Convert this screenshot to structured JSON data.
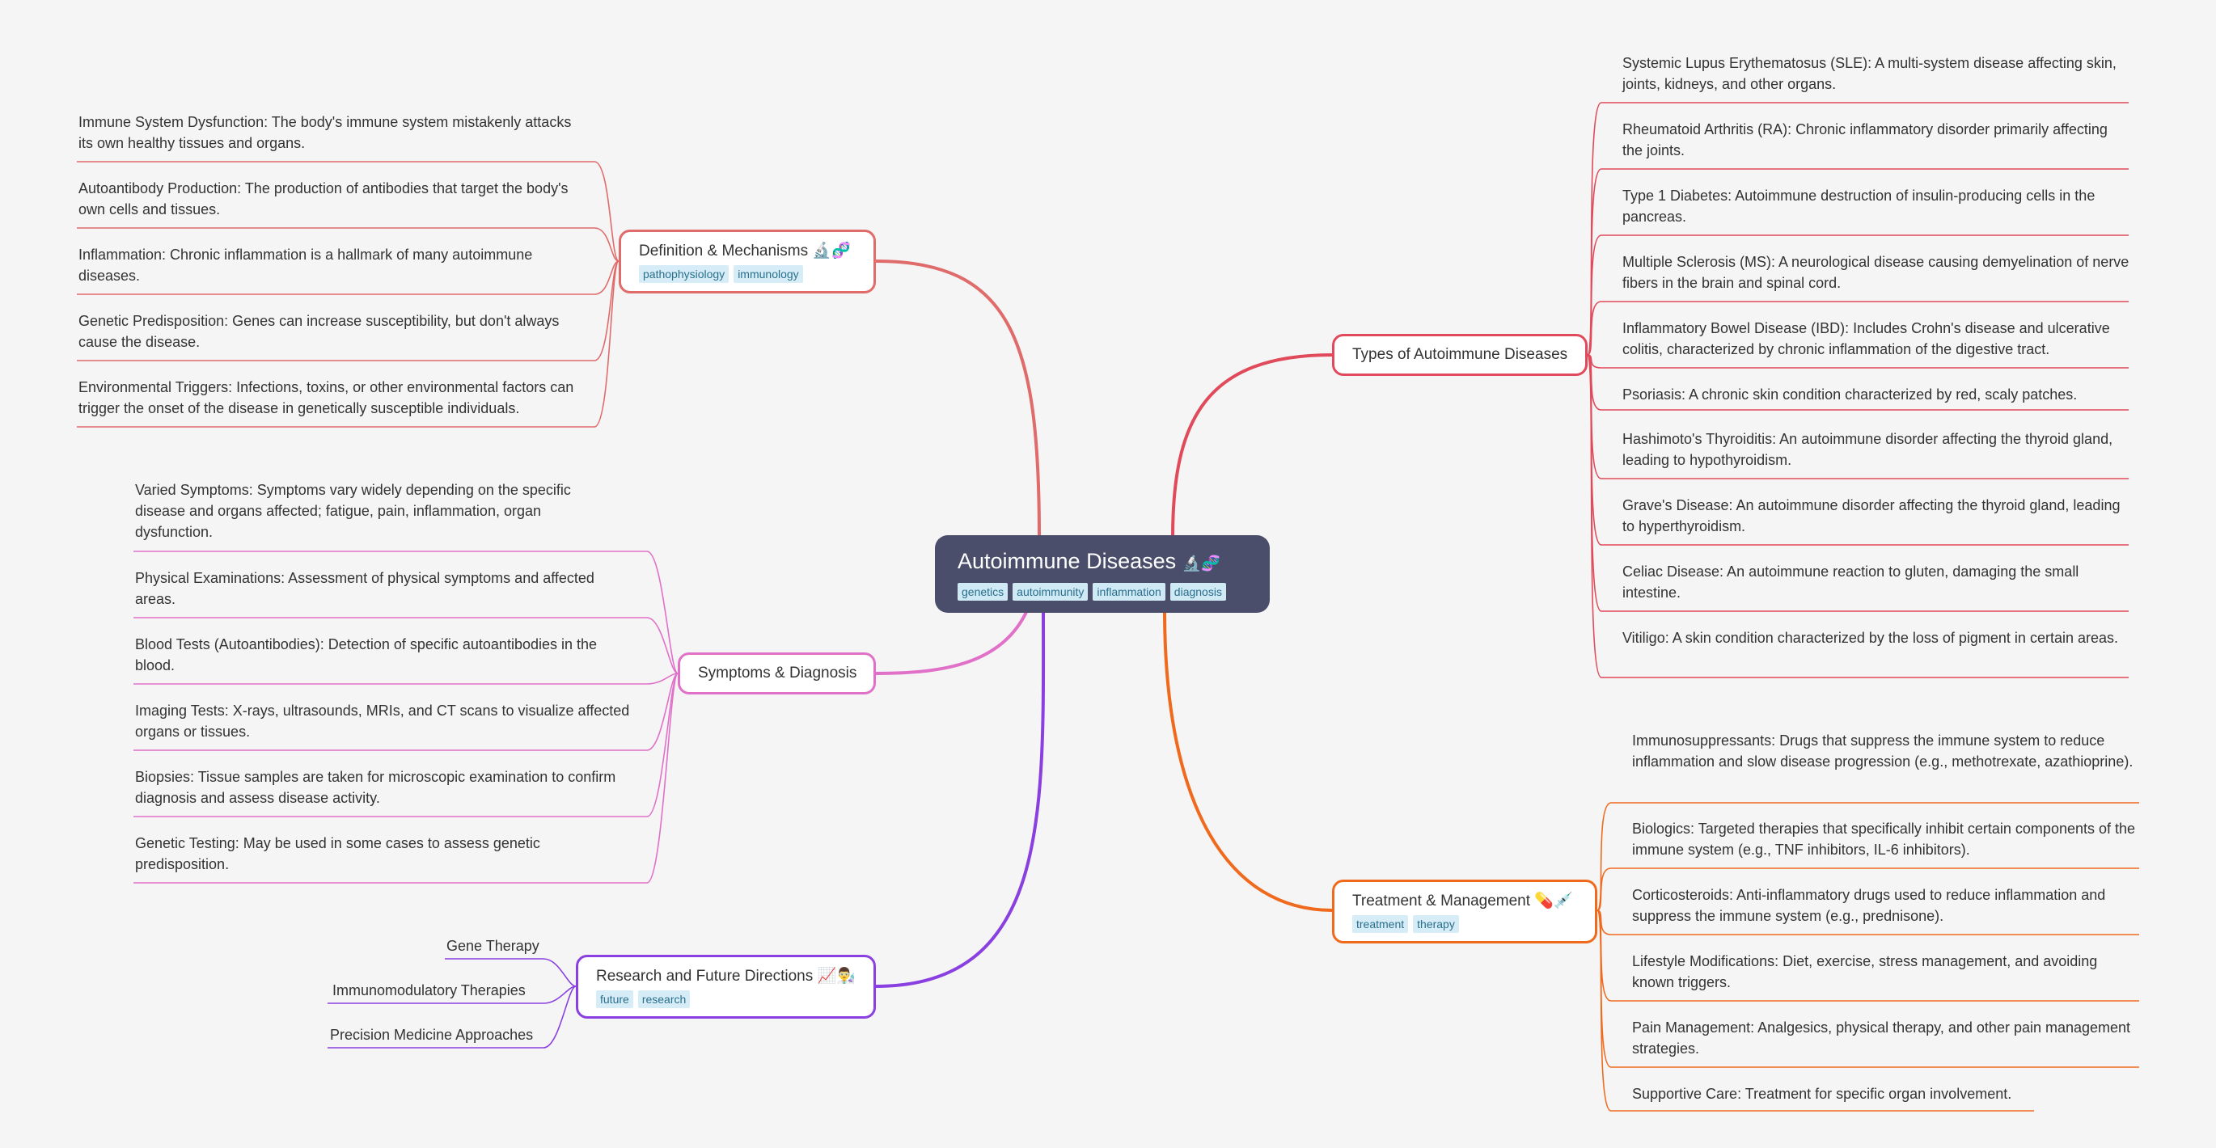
{
  "root": {
    "title": "Autoimmune Diseases",
    "emoji": "🔬🧬",
    "tags": [
      "genetics",
      "autoimmunity",
      "inflammation",
      "diagnosis"
    ]
  },
  "branches": {
    "definition": {
      "title": "Definition & Mechanisms",
      "emoji": "🔬🧬",
      "tags": [
        "pathophysiology",
        "immunology"
      ],
      "color": "#e06b6b",
      "leaves": [
        "Immune System Dysfunction: The body's immune system mistakenly attacks its own healthy tissues and organs.",
        "Autoantibody Production: The production of antibodies that target the body's own cells and tissues.",
        "Inflammation: Chronic inflammation is a hallmark of many autoimmune diseases.",
        "Genetic Predisposition: Genes can increase susceptibility, but don't always cause the disease.",
        "Environmental Triggers: Infections, toxins, or other environmental factors can trigger the onset of the disease in genetically susceptible individuals."
      ]
    },
    "symptoms": {
      "title": "Symptoms & Diagnosis",
      "color": "#e070c8",
      "leaves": [
        "Varied Symptoms: Symptoms vary widely depending on the specific disease and organs affected; fatigue, pain, inflammation, organ dysfunction.",
        "Physical Examinations: Assessment of physical symptoms and affected areas.",
        "Blood Tests (Autoantibodies): Detection of specific autoantibodies in the blood.",
        "Imaging Tests: X-rays, ultrasounds, MRIs, and CT scans to visualize affected organs or tissues.",
        "Biopsies: Tissue samples are taken for microscopic examination to confirm diagnosis and assess disease activity.",
        "Genetic Testing: May be used in some cases to assess genetic predisposition."
      ]
    },
    "research": {
      "title": "Research and Future Directions",
      "emoji": "📈👨‍🔬",
      "tags": [
        "future",
        "research"
      ],
      "color": "#8a3fe0",
      "leaves": [
        "Gene Therapy",
        "Immunomodulatory Therapies",
        "Precision Medicine Approaches"
      ]
    },
    "types": {
      "title": "Types of Autoimmune Diseases",
      "color": "#e04a5a",
      "leaves": [
        "Systemic Lupus Erythematosus (SLE): A multi-system disease affecting skin, joints, kidneys, and other organs.",
        "Rheumatoid Arthritis (RA): Chronic inflammatory disorder primarily affecting the joints.",
        "Type 1 Diabetes: Autoimmune destruction of insulin-producing cells in the pancreas.",
        "Multiple Sclerosis (MS): A neurological disease causing demyelination of nerve fibers in the brain and spinal cord.",
        "Inflammatory Bowel Disease (IBD): Includes Crohn's disease and ulcerative colitis, characterized by chronic inflammation of the digestive tract.",
        "Psoriasis: A chronic skin condition characterized by red, scaly patches.",
        "Hashimoto's Thyroiditis: An autoimmune disorder affecting the thyroid gland, leading to hypothyroidism.",
        "Grave's Disease: An autoimmune disorder affecting the thyroid gland, leading to hyperthyroidism.",
        "Celiac Disease: An autoimmune reaction to gluten, damaging the small intestine.",
        "Vitiligo: A skin condition characterized by the loss of pigment in certain areas."
      ]
    },
    "treatment": {
      "title": "Treatment & Management",
      "emoji": "💊💉",
      "tags": [
        "treatment",
        "therapy"
      ],
      "color": "#f06a1e",
      "leaves": [
        "Immunosuppressants: Drugs that suppress the immune system to reduce inflammation and slow disease progression (e.g., methotrexate, azathioprine).",
        "Biologics: Targeted therapies that specifically inhibit certain components of the immune system (e.g., TNF inhibitors, IL-6 inhibitors).",
        "Corticosteroids: Anti-inflammatory drugs used to reduce inflammation and suppress the immune system (e.g., prednisone).",
        "Lifestyle Modifications: Diet, exercise, stress management, and avoiding known triggers.",
        "Pain Management: Analgesics, physical therapy, and other pain management strategies.",
        "Supportive Care: Treatment for specific organ involvement."
      ]
    }
  }
}
